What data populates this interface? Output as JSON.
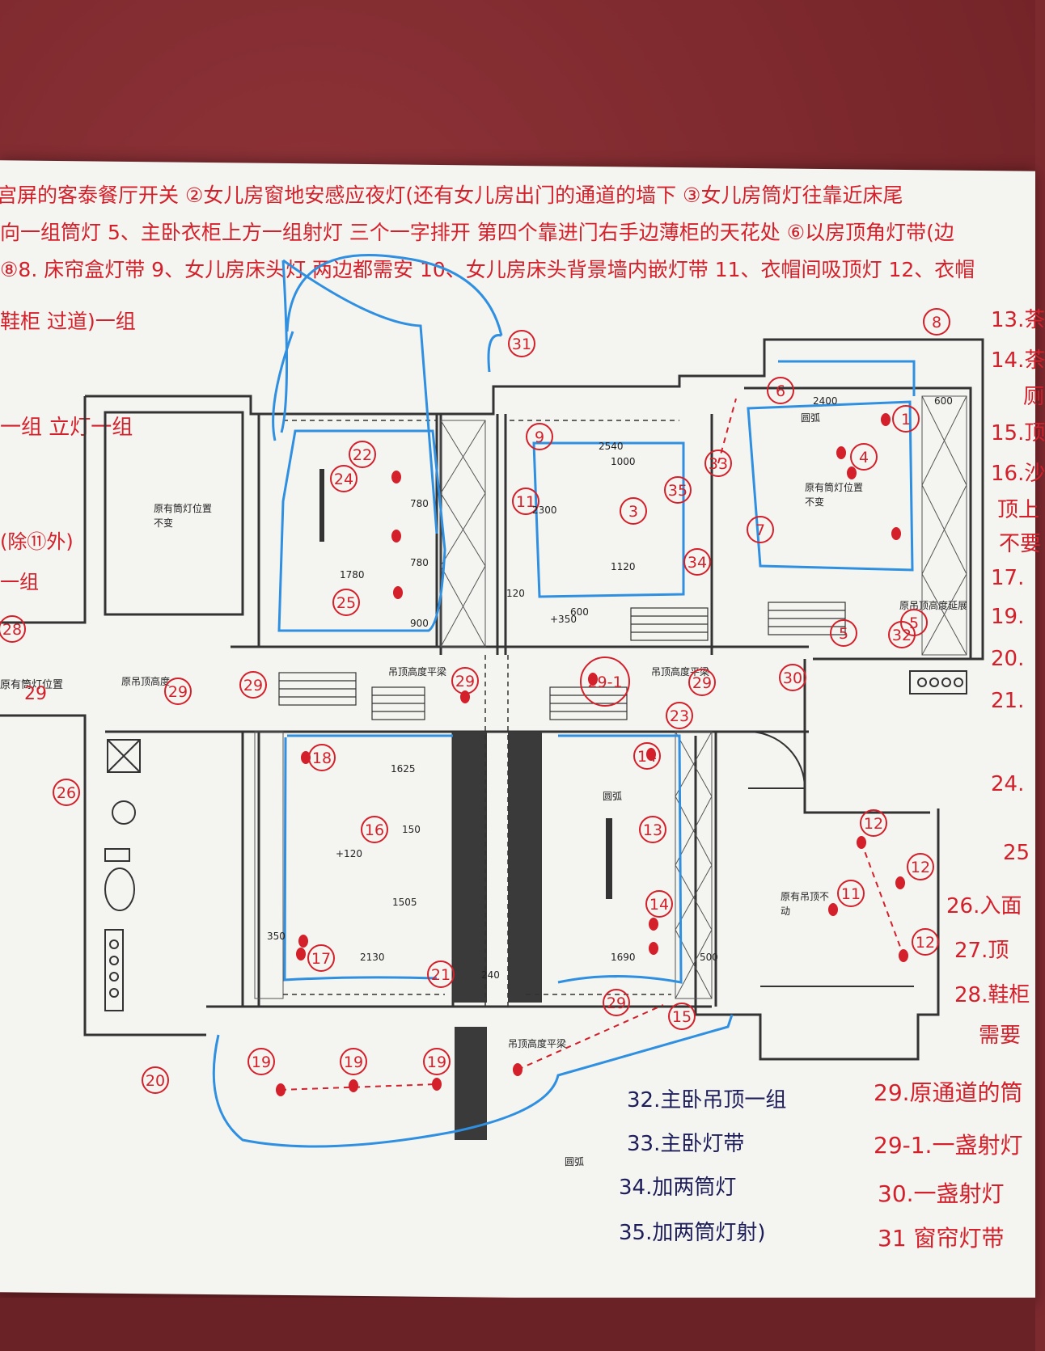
{
  "header": {
    "line1": "宫屏的客泰餐厅开关    ②女儿房窗地安感应夜灯(还有女儿房出门的通道的墙下    ③女儿房筒灯往靠近床尾",
    "line2": "向一组筒灯    5、主卧衣柜上方一组射灯 三个一字排开 第四个靠进门右手边薄柜的天花处   ⑥以房顶角灯带(边",
    "line3": "⑧8. 床帘盒灯带    9、女儿房床头灯 两边都需安    10、女儿房床头背景墙内嵌灯带    11、衣帽间吸顶灯    12、衣帽",
    "line4": "鞋柜 过道)一组"
  },
  "left_notes": {
    "n1": "一组  立灯一组",
    "n2": "(除⑪外)",
    "n3": "一组",
    "n4": "原有筒灯位置",
    "n5": "29"
  },
  "right_notes": [
    "13.茶",
    "14.茶",
    "厕",
    "15.顶",
    "16.沙",
    "顶上",
    "不要",
    "17.",
    "19.",
    "20.",
    "21.",
    "24.",
    "25",
    "26.入面",
    "27.顶",
    "28.鞋柜",
    "需要"
  ],
  "bottom_notes": {
    "n32": "32.主卧吊顶一组",
    "n33": "33.主卧灯带",
    "n34": "34.加两筒灯",
    "n35": "35.加两筒灯射)",
    "n29": "29.原通道的筒",
    "n29_1": "29-1.一盏射灯",
    "n30": "30.一盏射灯",
    "n31": "31 窗帘灯带"
  },
  "printed_labels": {
    "room_existing_1": "原有筒灯位置",
    "room_existing_1b": "不变",
    "room_existing_2": "原有筒灯位置",
    "room_existing_2b": "不变",
    "room_ceiling": "原有吊顶不",
    "room_ceiling_b": "动",
    "arc1": "圆弧",
    "arc2": "圆弧",
    "arc3": "圆弧",
    "ceiling_flat1": "吊顶高度平梁",
    "ceiling_flat2": "吊顶高度平梁",
    "ceiling_flat3": "吊顶高度平梁",
    "orig_height": "原吊顶高度",
    "orig_height2": "原吊顶高度延展",
    "dims": [
      "2540",
      "1780",
      "2130",
      "1690",
      "1625",
      "1505",
      "1000",
      "2300",
      "1120",
      "780",
      "780",
      "900",
      "600",
      "120",
      "240",
      "500",
      "350",
      "2400",
      "600",
      "150",
      "+120",
      "+350"
    ]
  },
  "markers": [
    "31",
    "22",
    "24",
    "25",
    "9",
    "11",
    "3",
    "35",
    "34",
    "6",
    "33",
    "4",
    "7",
    "5",
    "1",
    "8",
    "32",
    "5",
    "29",
    "29",
    "29",
    "29-1",
    "29",
    "23",
    "30",
    "18",
    "16",
    "17",
    "21",
    "13",
    "14",
    "14",
    "12",
    "12",
    "11",
    "12",
    "20",
    "19",
    "19",
    "19",
    "26",
    "28",
    "15",
    "29"
  ],
  "colors": {
    "ink_red": "#d3202a",
    "ink_blue": "#2f8fe0",
    "ink_navy": "#1d1d5a",
    "paper": "#f4f4f1",
    "leather": "#7d2a2f"
  }
}
